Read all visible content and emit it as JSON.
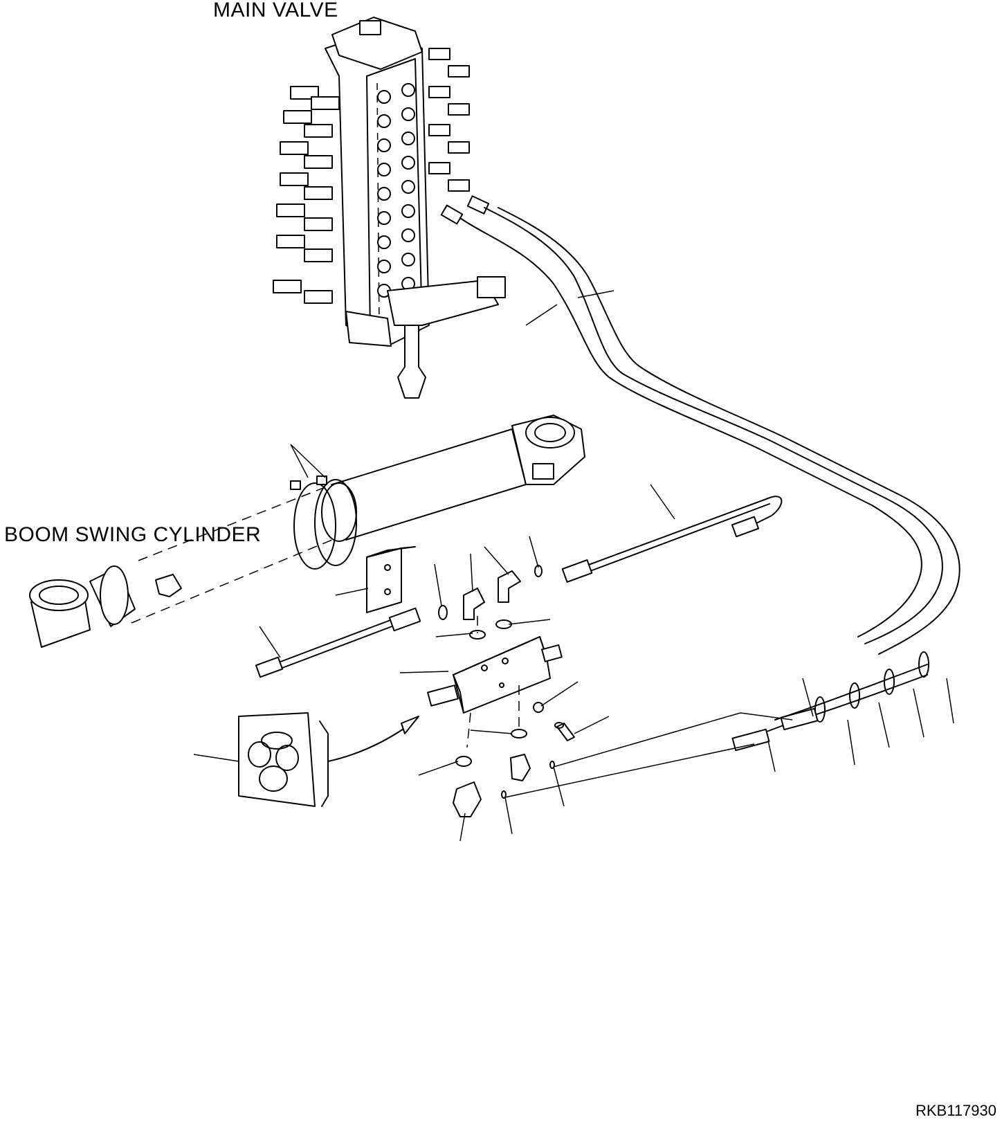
{
  "labels": {
    "main_valve": "MAIN VALVE",
    "boom_swing_cylinder": "BOOM SWING CYLINDER",
    "drawing_number": "RKB117930"
  },
  "colors": {
    "ink": "#000000",
    "paper": "#ffffff"
  }
}
